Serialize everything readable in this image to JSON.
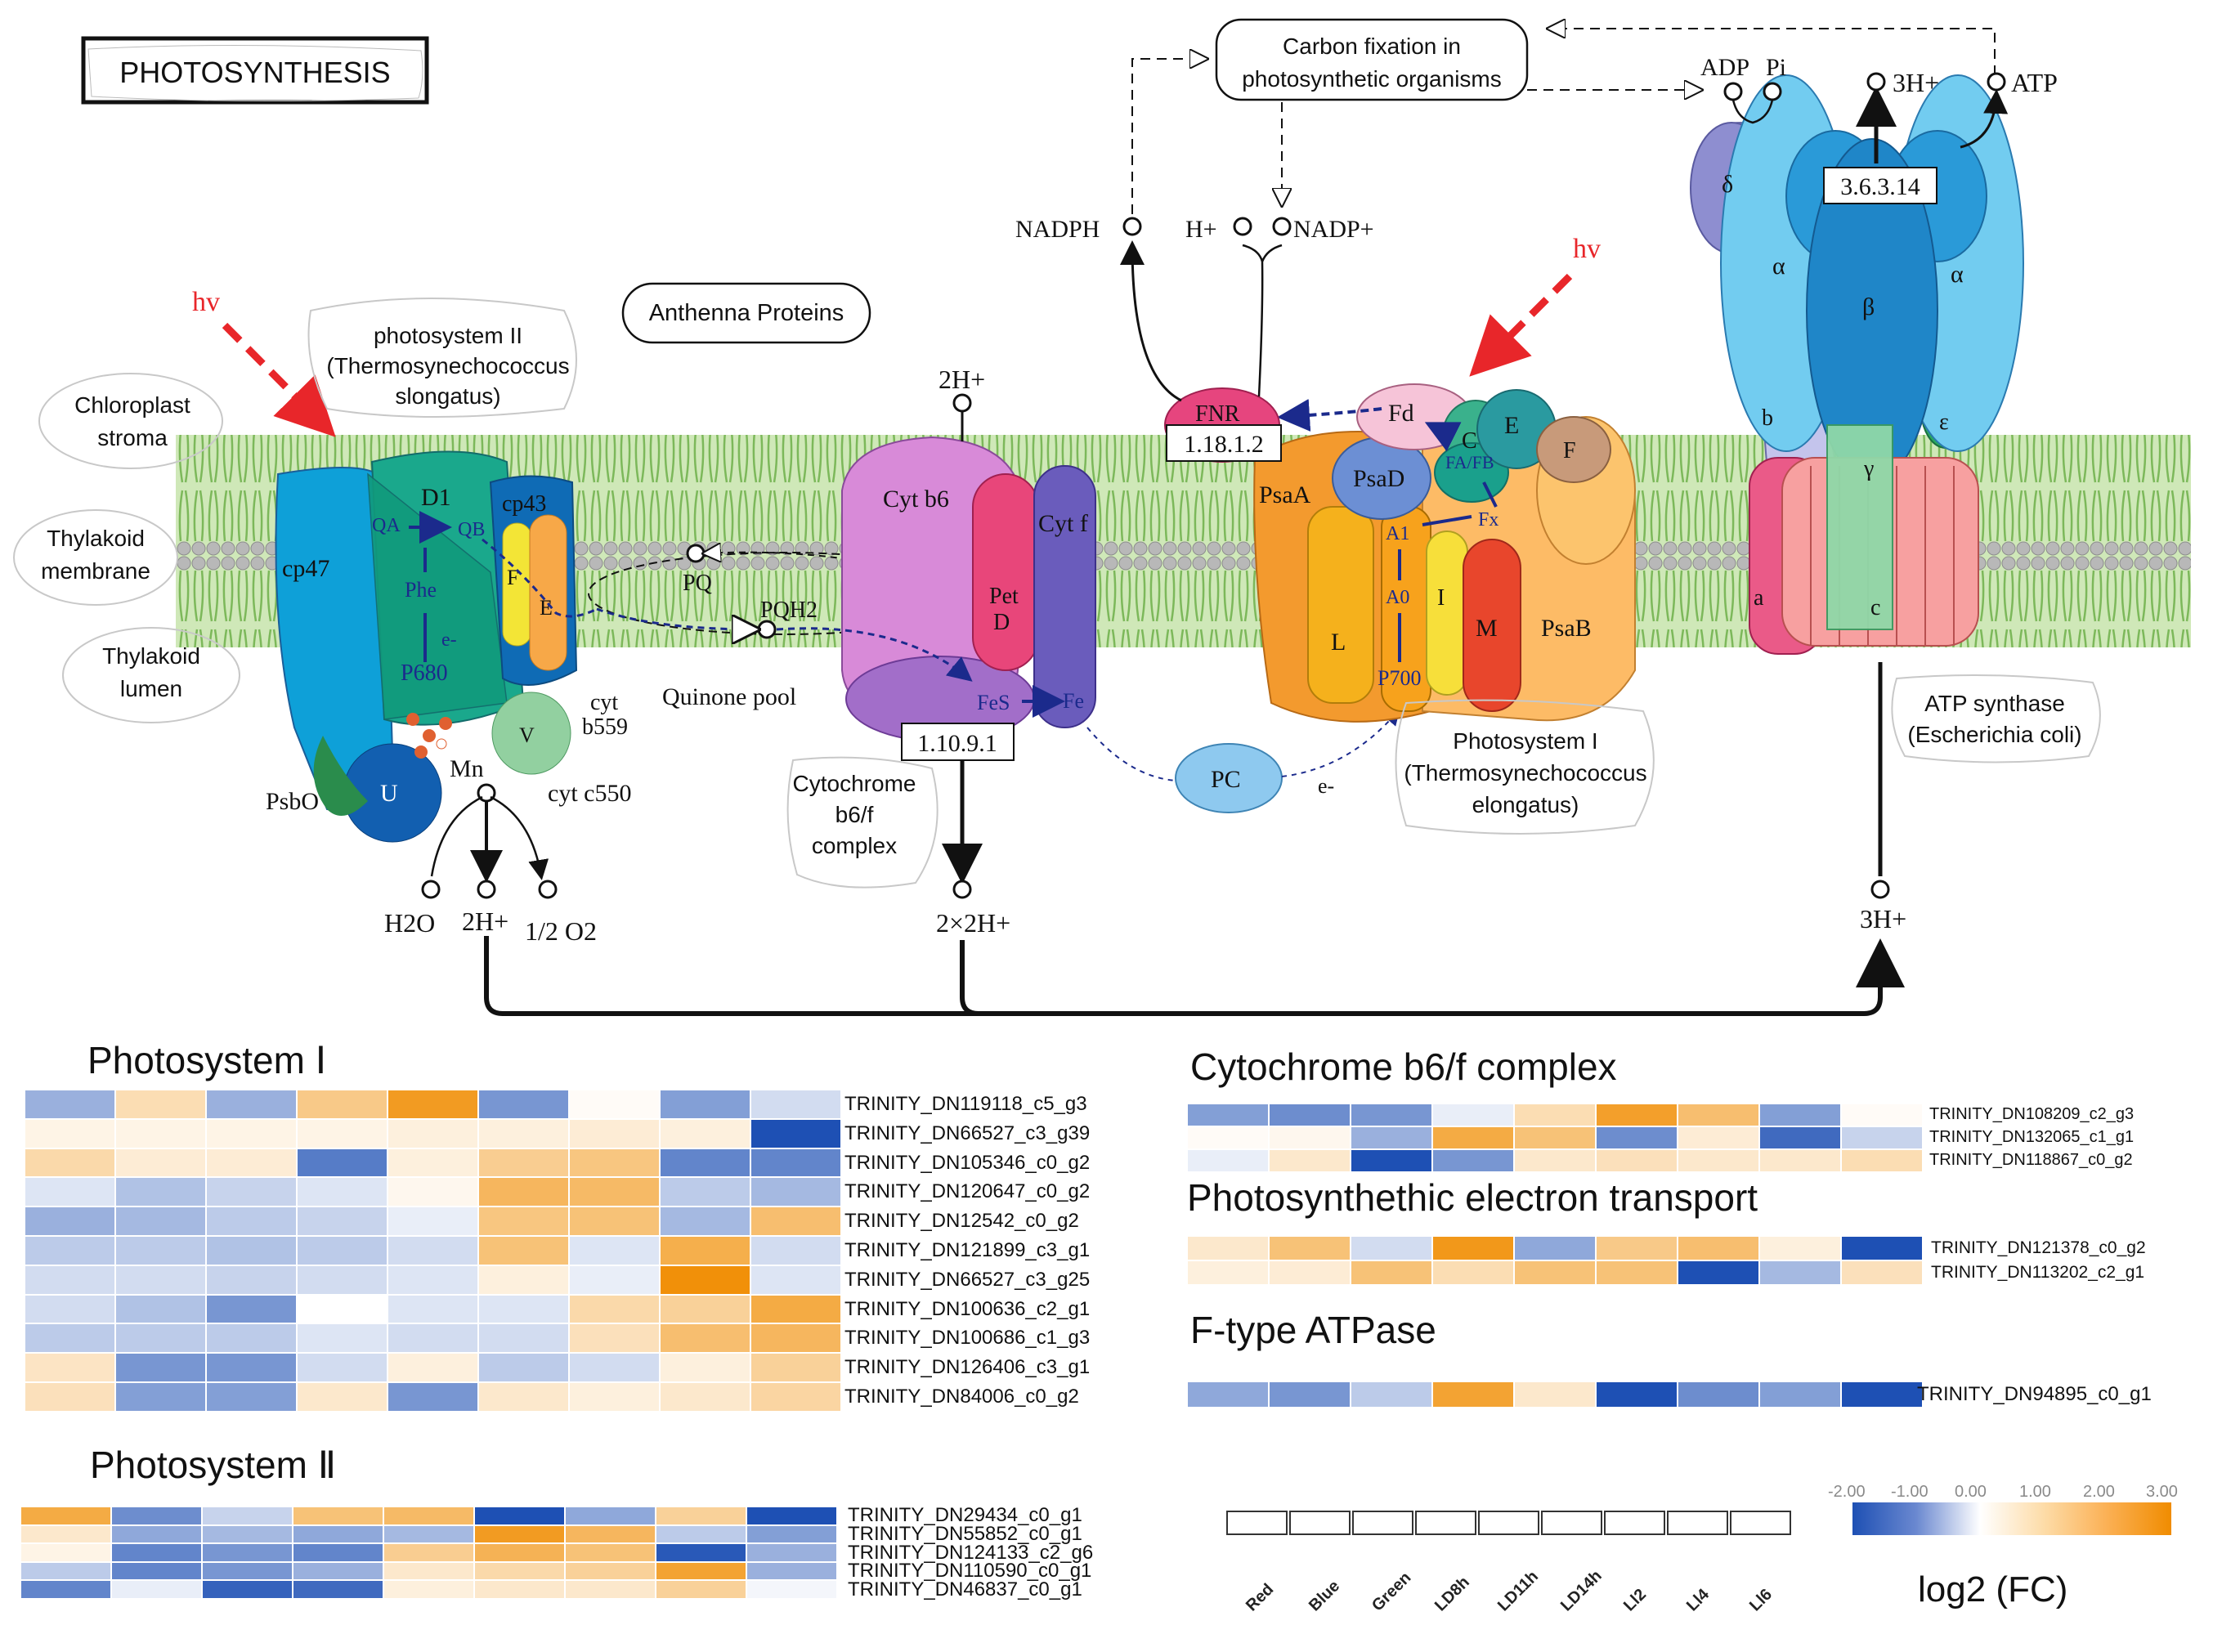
{
  "diagram": {
    "title": "PHOTOSYNTHESIS",
    "locations": {
      "stroma": [
        "Chloroplast",
        "stroma"
      ],
      "membrane": [
        "Thylakoid",
        "membrane"
      ],
      "lumen": [
        "Thylakoid",
        "lumen"
      ]
    },
    "hv": "hv",
    "ps2": {
      "name": [
        "photosystem II",
        "(Thermosynechococcus",
        "slongatus)"
      ],
      "subunits": {
        "cp47": "cp47",
        "cp43": "cp43",
        "D1": "D1",
        "F": "F",
        "E": "E",
        "V": "V",
        "U": "U",
        "QA": "QA",
        "QB": "QB",
        "Phe": "Phe",
        "e": "e-",
        "P680": "P680"
      },
      "labels": {
        "psbo": "PsbO",
        "mn": "Mn",
        "cyt_b559": [
          "cyt",
          "b559"
        ],
        "cyt_c550": "cyt c550"
      },
      "products": {
        "h2o": "H2O",
        "h": "2H+",
        "o2": "1/2 O2"
      }
    },
    "antenna": "Anthenna Proteins",
    "quinone": {
      "pq": "PQ",
      "pqh2": "PQH2",
      "pool": "Quinone pool"
    },
    "cytb6f": {
      "name": [
        "Cytochrome",
        "b6/f",
        "complex"
      ],
      "cytb6": "Cyt b6",
      "petd": [
        "Pet",
        "D"
      ],
      "cytf": "Cyt f",
      "fes": "FeS",
      "fe": "Fe",
      "ec": "1.10.9.1",
      "h_in": "2H+",
      "h_out": "2×2H+"
    },
    "ps1": {
      "name": [
        "Photosystem I",
        "(Thermosynechococcus",
        "elongatus)"
      ],
      "subunits": {
        "psaa": "PsaA",
        "psab": "PsaB",
        "psad": "PsaD",
        "l": "L",
        "i": "I",
        "m": "M",
        "a1": "A1",
        "a0": "A0",
        "fx": "Fx",
        "fab": "FA/FB",
        "p700": "P700",
        "c": "C",
        "e": "E",
        "f": "F"
      }
    },
    "fnr": {
      "name": "FNR",
      "ec": "1.18.1.2",
      "fd": "Fd"
    },
    "pc": {
      "name": "PC",
      "e": "e-"
    },
    "nadp": {
      "nadph": "NADPH",
      "h": "H+",
      "nadp": "NADP+"
    },
    "carbon_fixation": [
      "Carbon fixation in",
      "photosynthetic organisms"
    ],
    "atp": {
      "adp": "ADP",
      "pi": "Pi",
      "h_top": "3H+",
      "atp": "ATP",
      "ec": "3.6.3.14",
      "h_bottom": "3H+",
      "name": [
        "ATP synthase",
        "(Escherichia coli)"
      ],
      "subunits": {
        "delta": "δ",
        "alpha": "α",
        "beta": "β",
        "b": "b",
        "eps": "ε",
        "gamma": "γ",
        "a": "a",
        "c": "c"
      }
    }
  },
  "colors": {
    "orange": "#f08c00",
    "blue": "#1e50b4",
    "white": "#ffffff"
  },
  "heatmaps": [
    {
      "title": "Photosystem Ⅰ",
      "rows": [
        {
          "label": "TRINITY_DN119118_c5_g3",
          "values": [
            -0.9,
            0.9,
            -0.9,
            1.4,
            2.6,
            -1.2,
            0.1,
            -1.1,
            -0.4
          ]
        },
        {
          "label": "TRINITY_DN66527_c3_g39",
          "values": [
            0.3,
            0.3,
            0.3,
            0.3,
            0.4,
            0.4,
            0.5,
            0.4,
            -2.0
          ]
        },
        {
          "label": "TRINITY_DN105346_c0_g2",
          "values": [
            1.0,
            0.5,
            0.5,
            -1.5,
            0.4,
            1.3,
            1.5,
            -1.4,
            -1.4
          ]
        },
        {
          "label": "TRINITY_DN120647_c0_g2",
          "values": [
            -0.3,
            -0.7,
            -0.5,
            -0.3,
            0.2,
            1.9,
            1.8,
            -0.6,
            -0.8
          ]
        },
        {
          "label": "TRINITY_DN12542_c0_g2",
          "values": [
            -0.9,
            -0.8,
            -0.6,
            -0.5,
            -0.2,
            1.5,
            1.6,
            -0.8,
            1.7
          ]
        },
        {
          "label": "TRINITY_DN121899_c3_g1",
          "values": [
            -0.6,
            -0.6,
            -0.7,
            -0.6,
            -0.4,
            1.6,
            -0.3,
            2.1,
            -0.4
          ]
        },
        {
          "label": "TRINITY_DN66527_c3_g25",
          "values": [
            -0.4,
            -0.4,
            -0.5,
            -0.4,
            -0.3,
            0.4,
            -0.2,
            2.9,
            -0.3
          ]
        },
        {
          "label": "TRINITY_DN100636_c2_g1",
          "values": [
            -0.4,
            -0.7,
            -1.2,
            0.0,
            -0.3,
            -0.3,
            1.0,
            1.2,
            2.2
          ]
        },
        {
          "label": "TRINITY_DN100686_c1_g3",
          "values": [
            -0.6,
            -0.6,
            -0.6,
            -0.3,
            -0.4,
            -0.4,
            0.8,
            1.7,
            1.9
          ]
        },
        {
          "label": "TRINITY_DN126406_c3_g1",
          "values": [
            0.7,
            -1.2,
            -1.2,
            -0.4,
            0.4,
            -0.6,
            -0.4,
            0.4,
            1.2
          ]
        },
        {
          "label": "TRINITY_DN84006_c0_g2",
          "values": [
            0.8,
            -1.1,
            -1.1,
            0.6,
            -1.2,
            0.6,
            0.4,
            0.6,
            1.1
          ]
        }
      ]
    },
    {
      "title": "Photosystem Ⅱ",
      "rows": [
        {
          "label": "TRINITY_DN29434_c0_g1",
          "values": [
            2.2,
            -1.3,
            -0.5,
            1.6,
            1.8,
            -2.0,
            -1.0,
            1.2,
            -2.0
          ]
        },
        {
          "label": "TRINITY_DN55852_c0_g1",
          "values": [
            0.6,
            -1.0,
            -0.8,
            -1.0,
            -0.8,
            2.6,
            1.9,
            -0.6,
            -1.1
          ]
        },
        {
          "label": "TRINITY_DN124133_c2_g6",
          "values": [
            0.3,
            -1.4,
            -1.2,
            -1.4,
            1.3,
            2.0,
            1.6,
            -1.9,
            -0.9
          ]
        },
        {
          "label": "TRINITY_DN110590_c0_g1",
          "values": [
            -0.6,
            -1.4,
            -1.2,
            -0.9,
            0.6,
            1.0,
            1.2,
            2.4,
            -0.9
          ]
        },
        {
          "label": "TRINITY_DN46837_c0_g1",
          "values": [
            -1.4,
            -0.2,
            -1.8,
            -1.7,
            0.4,
            0.6,
            0.6,
            1.2,
            -0.1
          ]
        }
      ]
    },
    {
      "title": "Cytochrome b6/f complex",
      "rows": [
        {
          "label": "TRINITY_DN108209_c2_g3",
          "values": [
            -1.1,
            -1.3,
            -1.2,
            -0.2,
            0.9,
            2.5,
            1.7,
            -1.1,
            0.1
          ]
        },
        {
          "label": "TRINITY_DN132065_c1_g1",
          "values": [
            0.1,
            0.2,
            -0.9,
            2.2,
            1.6,
            -1.3,
            0.5,
            -1.7,
            -0.5
          ]
        },
        {
          "label": "TRINITY_DN118867_c0_g2",
          "values": [
            -0.2,
            0.6,
            -2.0,
            -1.2,
            0.6,
            0.8,
            0.6,
            0.6,
            0.9
          ]
        }
      ]
    },
    {
      "title": "Photosynthethic electron transport",
      "rows": [
        {
          "label": "TRINITY_DN121378_c0_g2",
          "values": [
            0.6,
            1.6,
            -0.4,
            2.7,
            -1.0,
            1.4,
            1.7,
            0.4,
            -2.0
          ]
        },
        {
          "label": "TRINITY_DN113202_c2_g1",
          "values": [
            0.4,
            0.5,
            1.6,
            0.9,
            1.6,
            1.6,
            -2.0,
            -0.8,
            0.8
          ]
        }
      ]
    },
    {
      "title": "F-type ATPase",
      "rows": [
        {
          "label": "TRINITY_DN94895_c0_g1",
          "values": [
            -1.0,
            -1.2,
            -0.6,
            2.4,
            0.6,
            -2.0,
            -1.3,
            -1.1,
            -2.0
          ]
        }
      ]
    }
  ],
  "samples": [
    "Red",
    "Blue",
    "Green",
    "LD8h",
    "LD11h",
    "LD14h",
    "Ll2",
    "Ll4",
    "Ll6"
  ],
  "scale": {
    "ticks": [
      "-2.00",
      "-1.00",
      "0.00",
      "1.00",
      "2.00",
      "3.00"
    ],
    "min": -2,
    "max": 3,
    "label": "log2 (FC)"
  }
}
